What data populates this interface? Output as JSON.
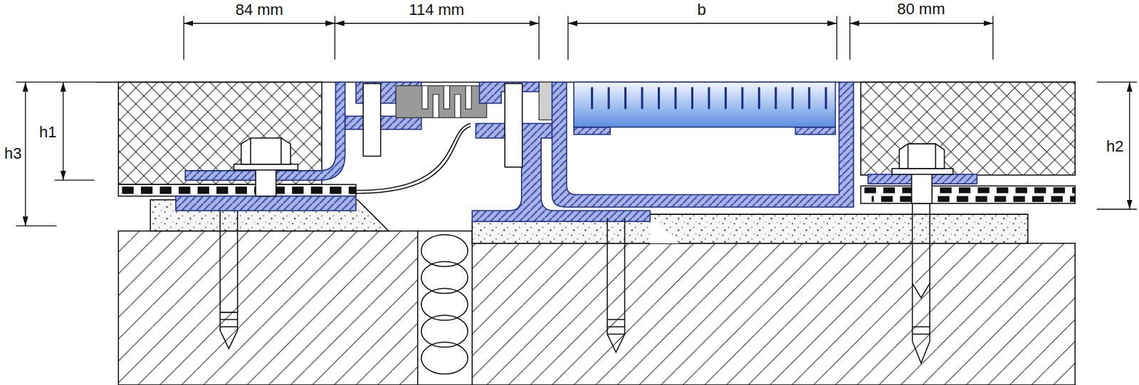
{
  "diagram": {
    "labels": [
      "84 mm",
      "114 mm",
      "b",
      "80 mm",
      "h3",
      "h1",
      "h2"
    ]
  }
}
